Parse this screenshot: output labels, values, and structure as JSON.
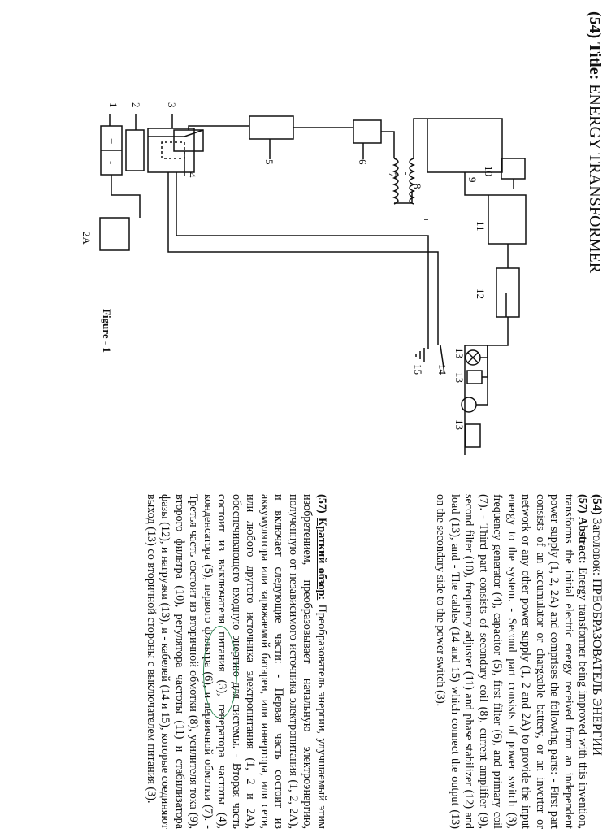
{
  "title": {
    "prefix": "(54) Title:",
    "text": "ENERGY TRANSFORMER"
  },
  "figure": {
    "caption": "Figure - 1",
    "labels": {
      "n1": "1",
      "n2": "2",
      "n3": "3",
      "n2a": "2A",
      "n4": "4",
      "n5": "5",
      "n6": "6",
      "n7": "7",
      "n8": "8",
      "n9": "9",
      "n10": "10",
      "n11": "11",
      "n12": "12",
      "n13a": "13",
      "n13b": "13",
      "n13c": "13",
      "n14": "14",
      "n15": "15",
      "plus": "+",
      "minus": "-"
    }
  },
  "english": {
    "header_prefix": "(54)",
    "header_text": "Заголовок: ПРЕОБРАЗОВАТЕЛЬ ЭНЕРГИИ",
    "abstract_prefix": "(57)",
    "abstract_heading": "Abstract:",
    "abstract_text": "Energy transformer being improved with this invention, transforms the initial electric energy received from an independent power supply (1, 2, 2A) and comprises the following parts: - First part consists of an accumulator or chargeable battery, or an inverter or network or any other power supply (1, 2 and 2A) to provide the input energy to the system. - Second part consists of power switch (3), frequency generator (4), capacitor (5), first filter (6), and primary coil (7). - Third part consists of secondary coil (8), current amplifier (9), second filter (10), frequency adjuster (11) and phase stabilizer (12) and load (13), and - The cables (14 and 15) which connect the output (13) on the secondary side to the power switch (3)."
  },
  "russian": {
    "prefix": "(57)",
    "heading": "Краткий обзор:",
    "text_before": "Преобразователь энергии, улучшаемый этим изобретением, преобразовывает начальную электроэнергию, полученную от независимого источника электропитания (1, 2, 2A), и включает следующие части: - Первая часть состоит из аккумулятора или заряжаемой батареи, или инвертора, или сети, или любого другого источника электропитания (1, 2 и 2A), обеспечивающего входную энергию для системы. - Вторая часть состоит из выключателя питания (3), генератора частоты",
    "circled": "(4), конденсатора (5),",
    "text_after": "первого фильтра (6), и первичной обмотки (7). - Третья часть состоит из вторичной обмотки (8), усилителя тока (9), второго фильтра (10), регулятора частоты (11) и стабилизатора фазы (12), и нагрузки (13), и - кабелей (14 и 15), которые соединяют выход (13) со вторичной стороны с выключателем питания (3)."
  }
}
